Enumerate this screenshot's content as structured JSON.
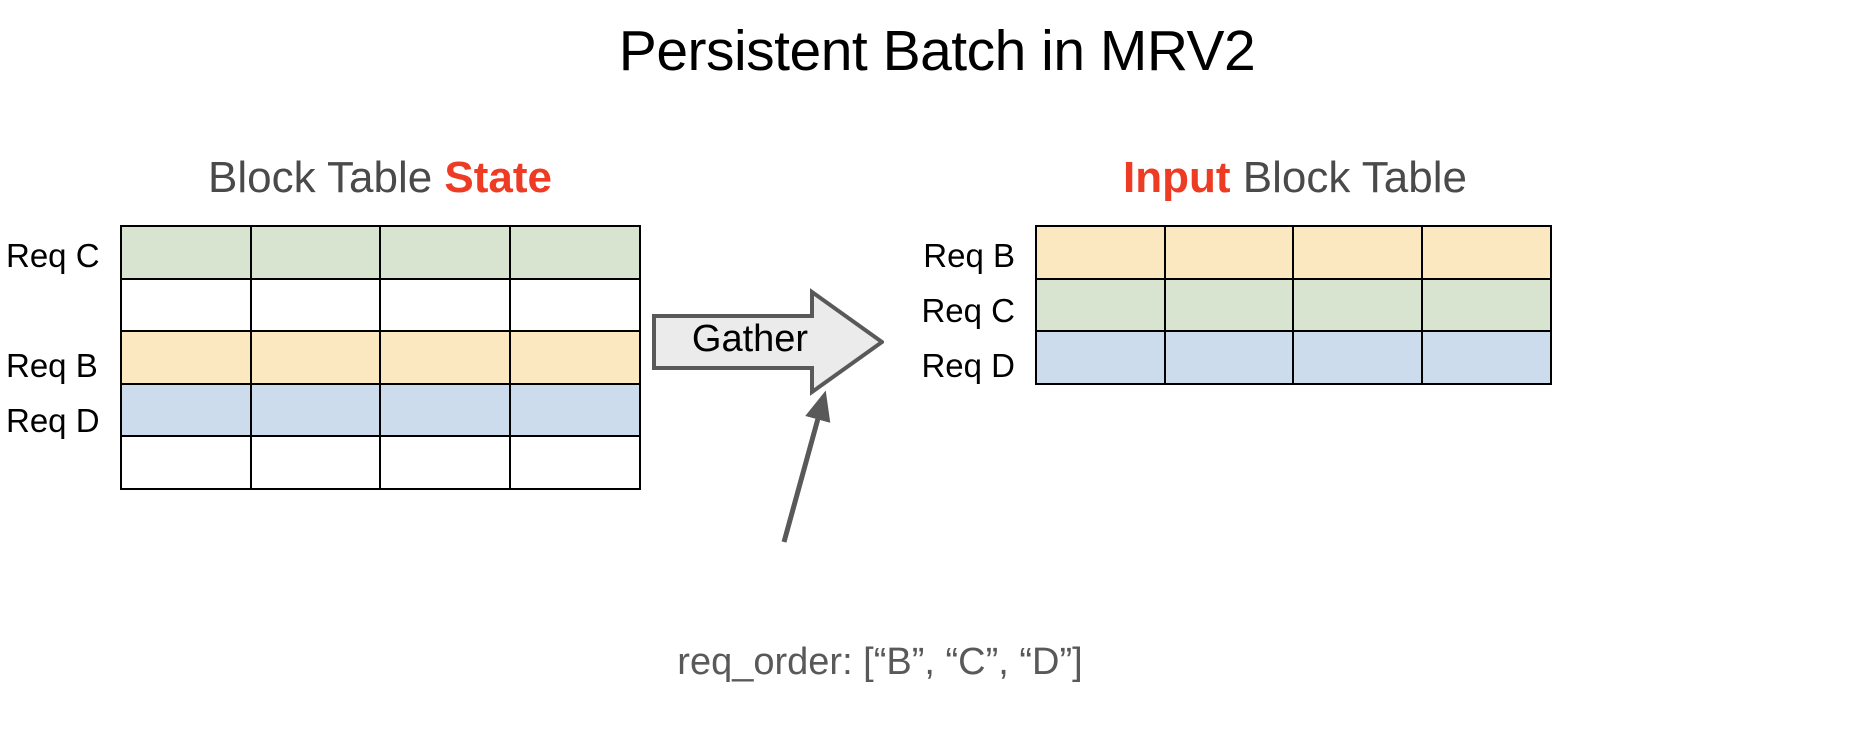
{
  "title": "Persistent Batch in MRV2",
  "left_panel": {
    "heading_prefix": "Block Table ",
    "heading_accent": "State",
    "row_labels": [
      "Req C",
      "",
      "Req B",
      "Req D",
      ""
    ],
    "columns": 4,
    "rows": 5,
    "row_colors": [
      "#d9e4d0",
      "#ffffff",
      "#fbe8c0",
      "#ccdcec",
      "#ffffff"
    ]
  },
  "right_panel": {
    "heading_accent": "Input",
    "heading_suffix": " Block Table",
    "row_labels": [
      "Req B",
      "Req C",
      "Req D"
    ],
    "columns": 4,
    "rows": 3,
    "row_colors": [
      "#fbe8c0",
      "#d9e4d0",
      "#ccdcec"
    ]
  },
  "gather": {
    "label": "Gather",
    "fill": "#ebebeb",
    "stroke": "#595959"
  },
  "annotation": {
    "caption": "req_order: [“B”, “C”, “D”]",
    "color": "#595959"
  },
  "colors": {
    "accent_red": "#ee3b24",
    "heading_gray": "#4a4a4a",
    "green": "#d9e4d0",
    "yellow": "#fbe8c0",
    "blue": "#ccdcec",
    "white": "#ffffff",
    "border": "#000000"
  }
}
